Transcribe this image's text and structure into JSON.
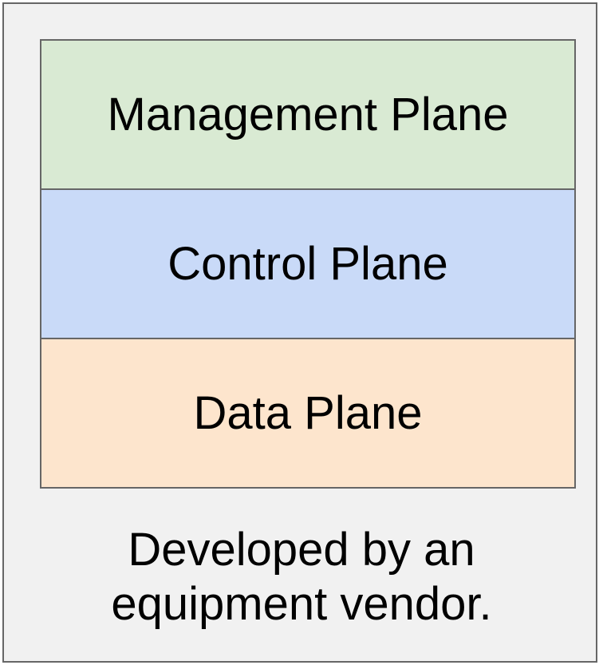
{
  "planes": [
    {
      "label": "Management Plane",
      "color": "#d9ead3"
    },
    {
      "label": "Control Plane",
      "color": "#c9daf8"
    },
    {
      "label": "Data Plane",
      "color": "#fde5cd"
    }
  ],
  "caption": {
    "line1": "Developed by an",
    "line2": "equipment vendor."
  }
}
